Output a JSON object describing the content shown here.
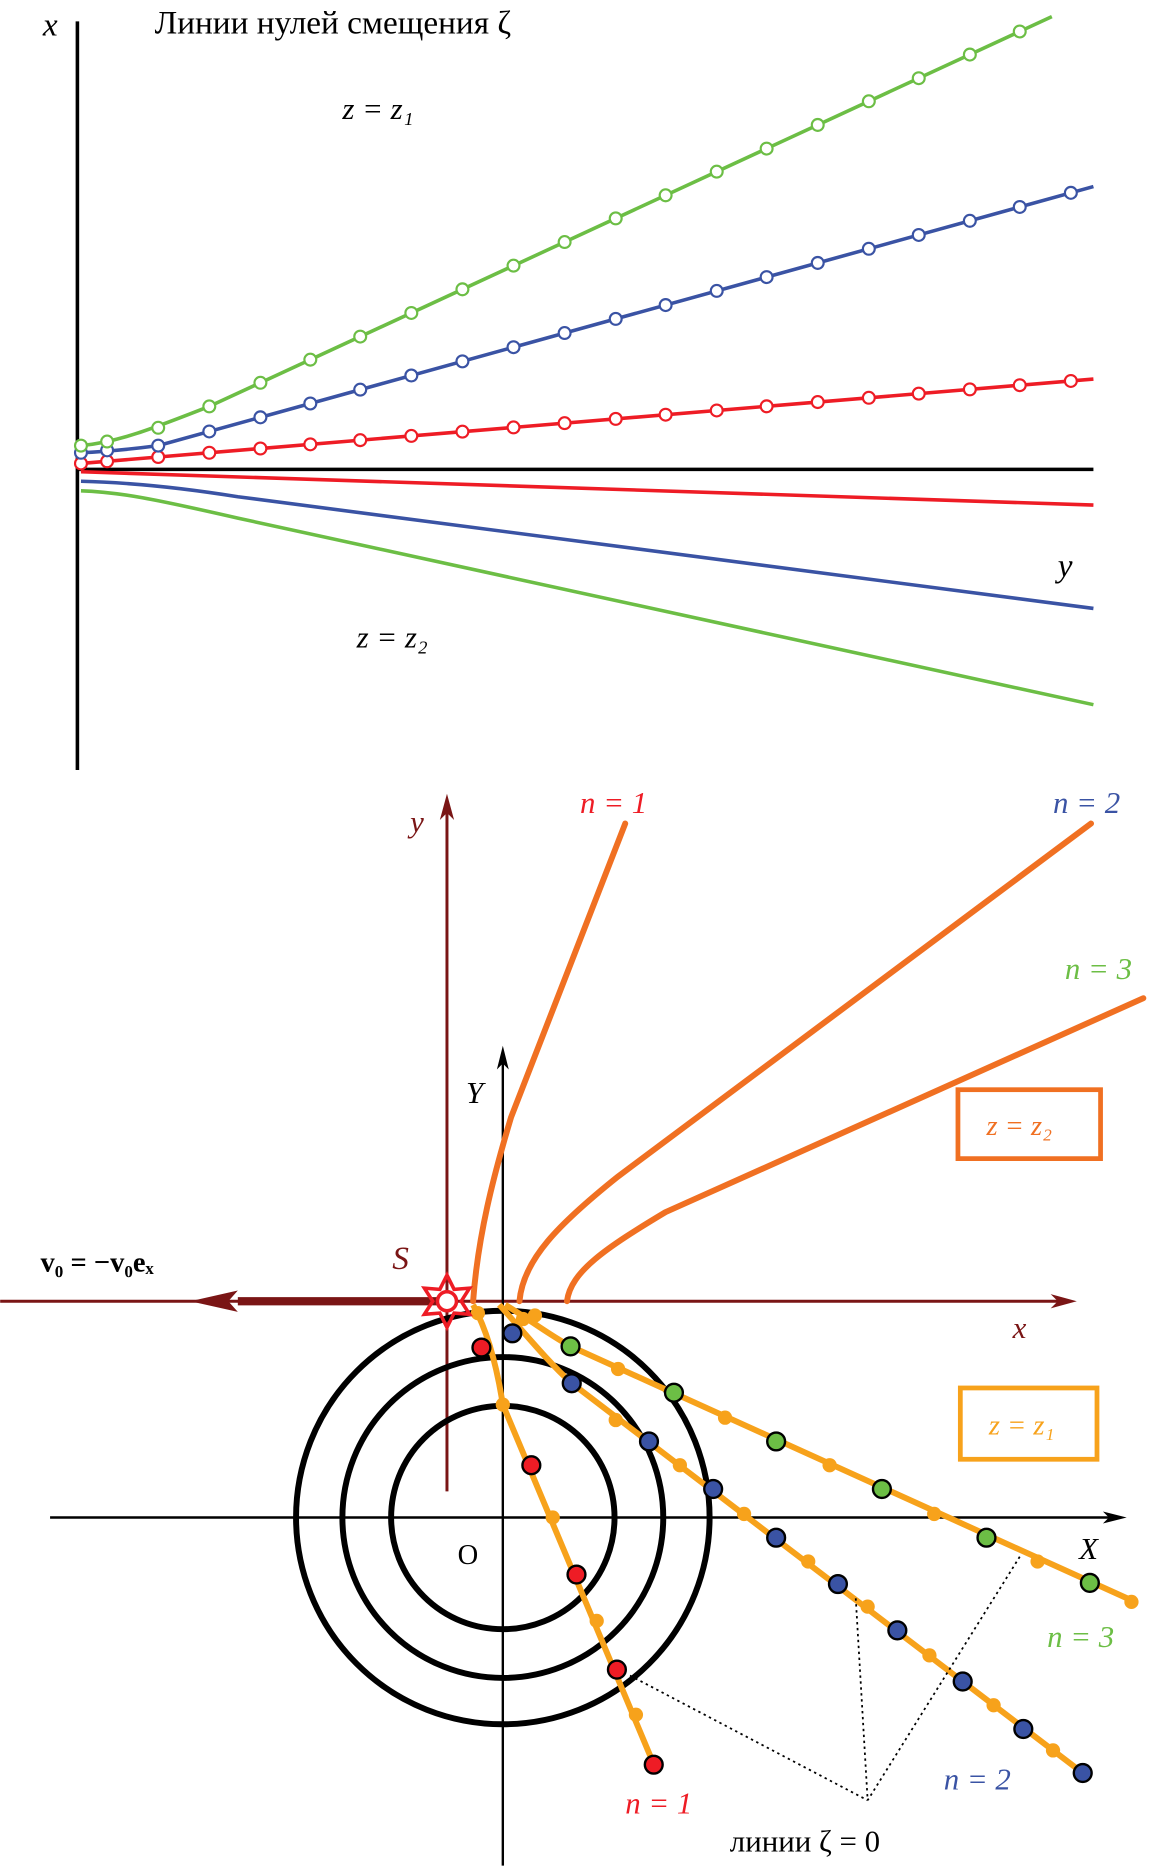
{
  "top_panel": {
    "axis_x_label": "x",
    "axis_y_label": "y",
    "title": "Линии нулей смещения ζ",
    "label_z1": "z = z₁",
    "label_z2": "z = z₂"
  },
  "bottom_panel": {
    "axis_y_label": "y",
    "axis_x_label": "x",
    "axis_Y_label": "Y",
    "axis_X_label": "X",
    "origin_label": "O",
    "source_label": "S",
    "velocity_label": "v₀ = −v₀eₓ",
    "top_n1": "n = 1",
    "top_n2": "n = 2",
    "top_n3": "n = 3",
    "box_z2": "z = z₂",
    "box_z1": "z = z₁",
    "bottom_n1": "n = 1",
    "bottom_n2": "n = 2",
    "bottom_n3": "n = 3",
    "zero_lines_label": "линии ζ = 0"
  },
  "colors": {
    "red": "#ee1c25",
    "blue": "#3a53a4",
    "green": "#6cbe45",
    "dark_red": "#7a1515",
    "orange_z2": "#f07022",
    "orange_z1": "#f7a21b"
  }
}
